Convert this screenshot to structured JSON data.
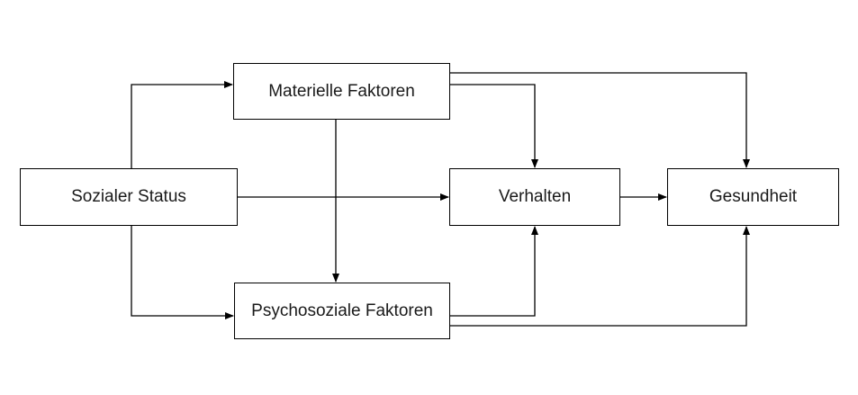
{
  "diagram": {
    "nodes": {
      "status": "Sozialer Status",
      "material": "Materielle Faktoren",
      "psycho": "Psychosoziale Faktoren",
      "behavior": "Verhalten",
      "health": "Gesundheit"
    },
    "edges": [
      {
        "from": "status",
        "to": "material"
      },
      {
        "from": "status",
        "to": "psycho"
      },
      {
        "from": "status",
        "to": "behavior"
      },
      {
        "from": "material",
        "to": "psycho"
      },
      {
        "from": "material",
        "to": "behavior"
      },
      {
        "from": "material",
        "to": "health"
      },
      {
        "from": "psycho",
        "to": "behavior"
      },
      {
        "from": "psycho",
        "to": "health"
      },
      {
        "from": "behavior",
        "to": "health"
      }
    ],
    "colors": {
      "line": "#000000",
      "box_border": "#000000",
      "text": "#1a1a1a",
      "background": "#ffffff"
    }
  }
}
